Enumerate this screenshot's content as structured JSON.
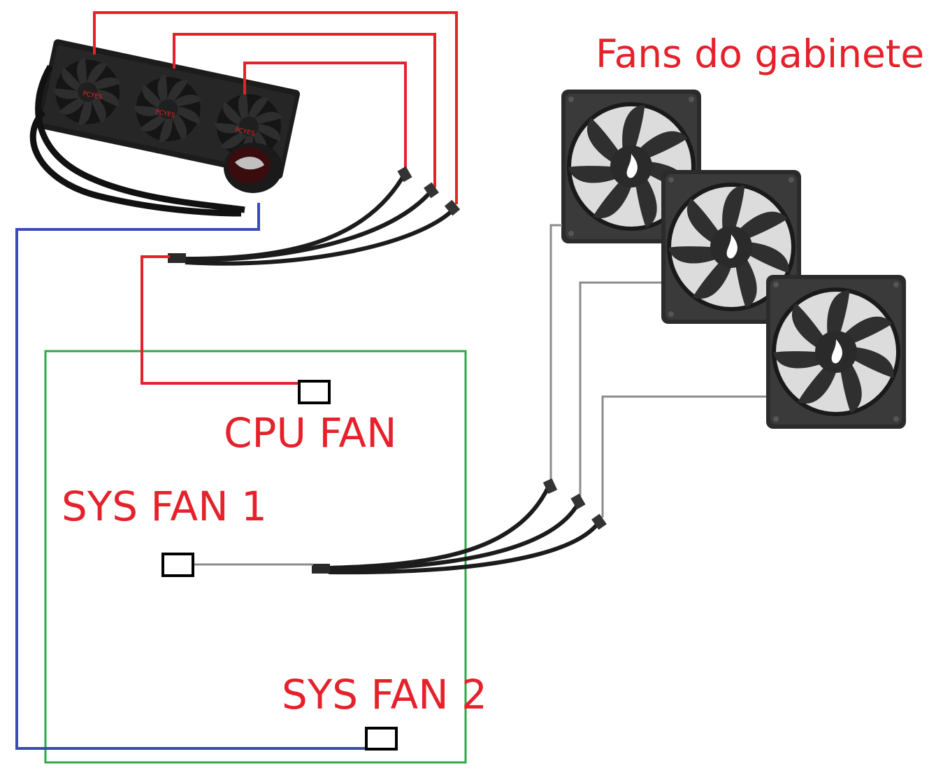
{
  "labels": {
    "case_fans": "Fans do gabinete",
    "cpu_fan": "CPU FAN",
    "sys_fan_1": "SYS FAN 1",
    "sys_fan_2": "SYS FAN 2"
  },
  "cooler": {
    "brand_text": "PCYES"
  },
  "colors": {
    "cooler_fan_wires": "#e5222b",
    "pump_wire": "#3a4ab8",
    "case_fan_wires": "#8c8c8c",
    "motherboard_outline": "#2ea84a",
    "header_box": "#000000",
    "cable": "#1c1c1c",
    "fan_body": "#2a2a2a"
  },
  "icons": [
    "aio-radiator-icon",
    "pump-block-icon",
    "splitter-cable-icon",
    "case-fan-icon",
    "fan-header-icon"
  ]
}
